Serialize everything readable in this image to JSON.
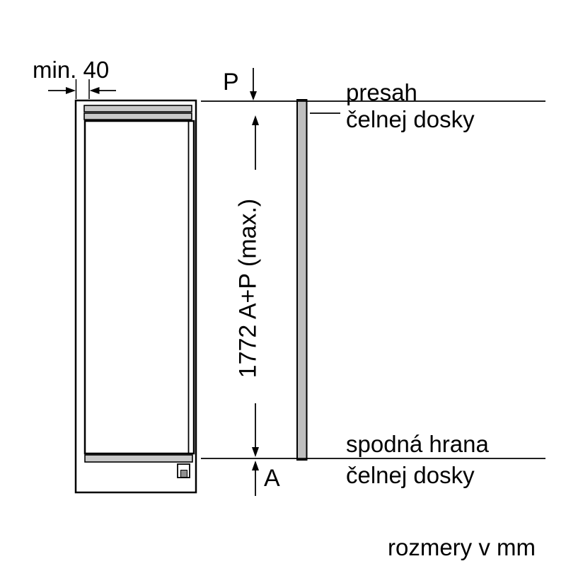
{
  "labels": {
    "min_gap": "min. 40",
    "p": "P",
    "a": "A",
    "height": "1772 A+P (max.)",
    "overhang_1": "presah",
    "overhang_2": "čelnej dosky",
    "bottom_edge_1": "spodná hrana",
    "bottom_edge_2": "čelnej dosky",
    "units": "rozmery v mm"
  },
  "colors": {
    "outline": "#000000",
    "strip_fill": "#c9c9c9",
    "panel_fill": "#bfbfbf",
    "hinge_fill": "#8f8f8f",
    "background": "#ffffff"
  }
}
